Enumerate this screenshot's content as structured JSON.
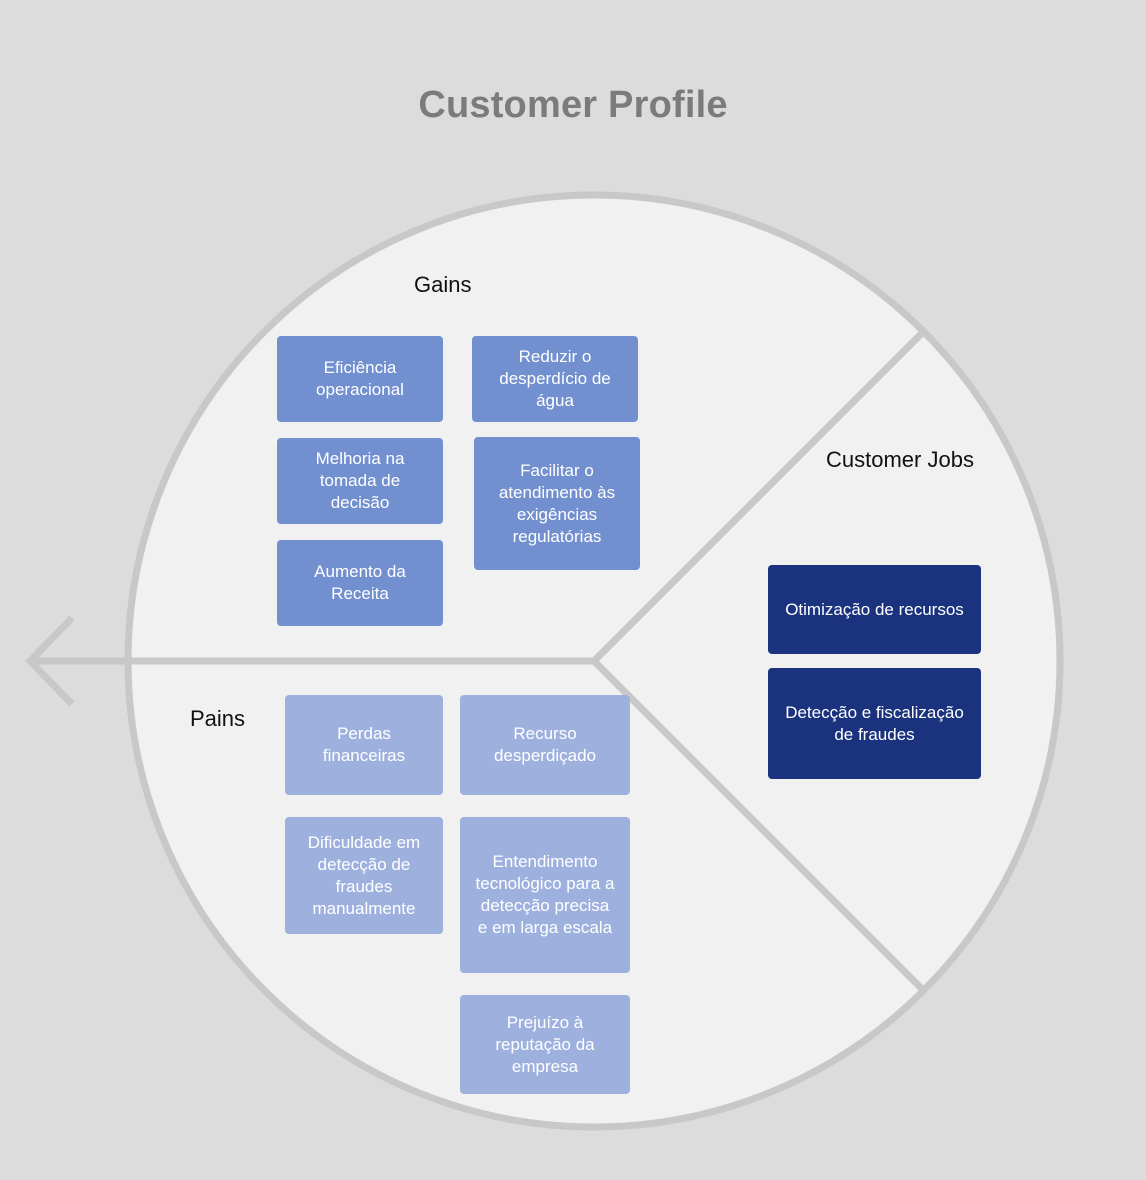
{
  "title": "Customer Profile",
  "sections": {
    "gains_label": "Gains",
    "pains_label": "Pains",
    "jobs_label": "Customer Jobs"
  },
  "gains": [
    "Eficiência operacional",
    "Reduzir o desperdício de água",
    "Melhoria na tomada de decisão",
    "Facilitar o atendimento às exigências regulatórias",
    "Aumento da Receita"
  ],
  "pains": [
    "Perdas financeiras",
    "Recurso desperdiçado",
    "Dificuldade em detecção de fraudes manualmente",
    "Entendimento tecnológico para a detecção precisa e em larga escala",
    "Prejuízo à reputação da empresa"
  ],
  "jobs": [
    "Otimização de recursos",
    "Detecção e fiscalização de fraudes"
  ],
  "colors": {
    "background": "#dcdcdc",
    "circle_fill": "#f1f1f2",
    "outline": "#c8c8c8",
    "gain_card": "#728fcf",
    "pain_card": "#9eb1de",
    "job_card": "#1b337e"
  }
}
